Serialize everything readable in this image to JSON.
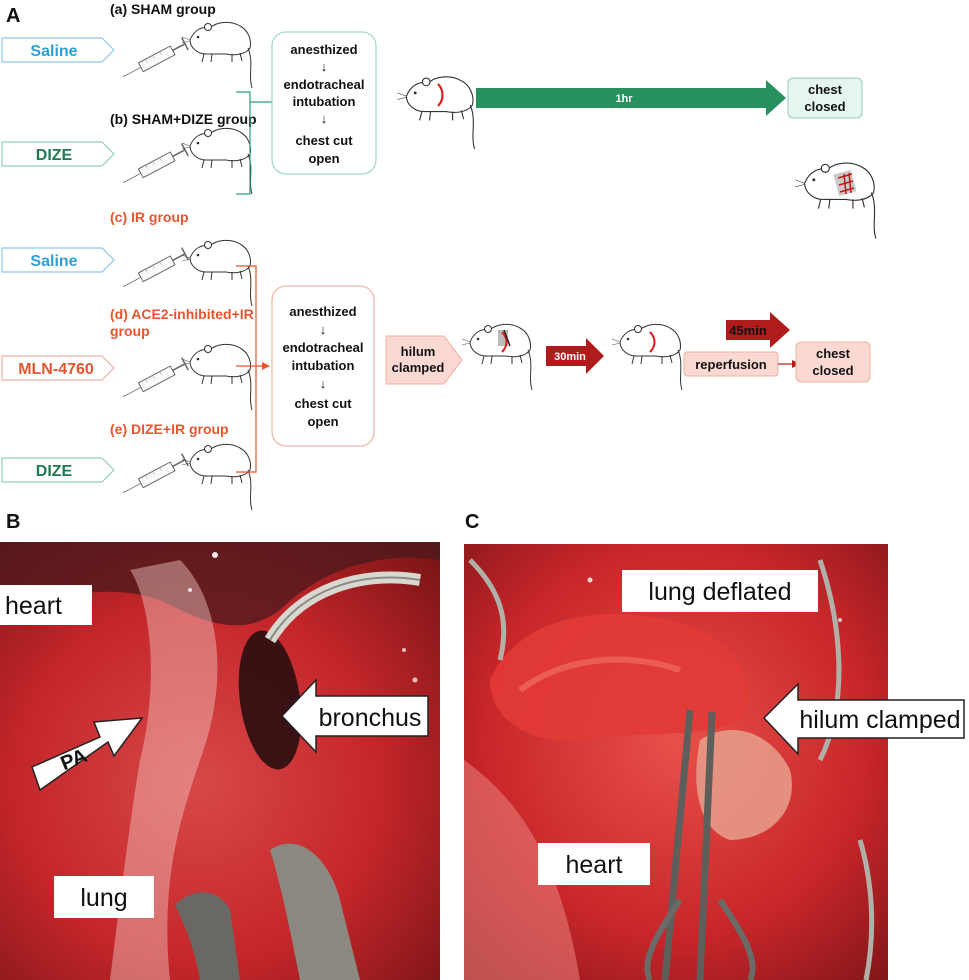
{
  "panels": {
    "a": "A",
    "b": "B",
    "c": "C"
  },
  "colors": {
    "blue": "#2e9fd6",
    "green": "#1f7a52",
    "orange": "#e8542e",
    "darkred": "#b01c1c",
    "teal": "#2e9e73"
  },
  "sham": {
    "groups": [
      {
        "label": "(a) SHAM group",
        "drug": "Saline"
      },
      {
        "label": "(b) SHAM+DIZE group",
        "drug": "DIZE"
      }
    ],
    "steps": [
      "anesthized",
      "↓",
      "endotracheal",
      "intubation",
      "↓",
      "chest cut",
      "open"
    ],
    "duration": "1hr",
    "end": [
      "chest",
      "closed"
    ]
  },
  "ir": {
    "groups": [
      {
        "label": "(c) IR group",
        "drug": "Saline"
      },
      {
        "label": "(d) ACE2-inhibited+IR",
        "label2": "group",
        "drug": "MLN-4760"
      },
      {
        "label": "(e) DIZE+IR group",
        "drug": "DIZE"
      }
    ],
    "steps": [
      "anesthized",
      "↓",
      "endotracheal",
      "intubation",
      "↓",
      "chest cut",
      "open"
    ],
    "clamp": [
      "hilum",
      "clamped"
    ],
    "ischemia": "30min",
    "reperfusion_time": "45min",
    "reperfusion": "reperfusion",
    "end": [
      "chest",
      "closed"
    ]
  },
  "photo_b": {
    "heart": "heart",
    "pa": "PA",
    "bronchus": "bronchus",
    "lung": "lung"
  },
  "photo_c": {
    "lung_deflated": "lung deflated",
    "hilum_clamped": "hilum clamped",
    "heart": "heart"
  }
}
